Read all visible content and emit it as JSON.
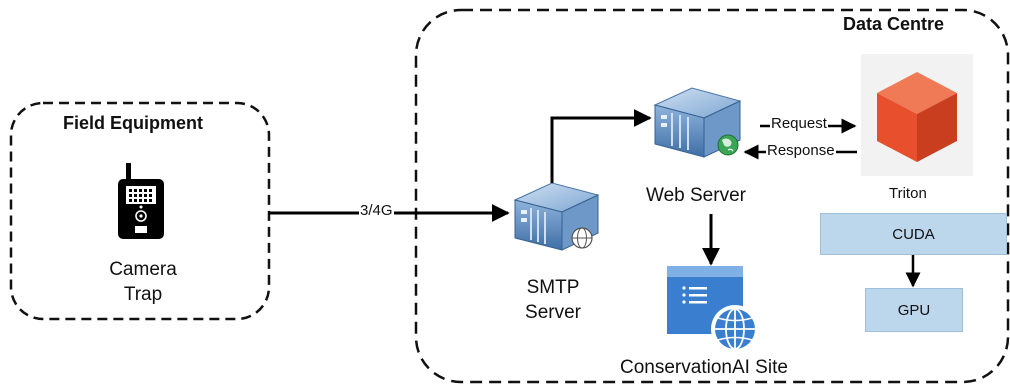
{
  "groups": {
    "field": "Field Equipment",
    "datacentre": "Data Centre"
  },
  "nodes": {
    "camera": {
      "label_line1": "Camera",
      "label_line2": "Trap",
      "icon": "camera-trap-icon"
    },
    "smtp": {
      "label_line1": "SMTP",
      "label_line2": "Server",
      "icon": "server-icon"
    },
    "web": {
      "label": "Web Server",
      "icon": "web-server-icon"
    },
    "site": {
      "label": "ConservationAI Site",
      "icon": "website-icon"
    },
    "triton": {
      "label": "Triton",
      "icon": "triton-cube-icon"
    },
    "cuda": {
      "label": "CUDA"
    },
    "gpu": {
      "label": "GPU"
    }
  },
  "edges": {
    "link": "3/4G",
    "request": "Request",
    "response": "Response"
  },
  "colors": {
    "triton_red": "#e85a3a",
    "box_fill": "#bcd6ec",
    "server_blue": "#5b8fc7"
  }
}
